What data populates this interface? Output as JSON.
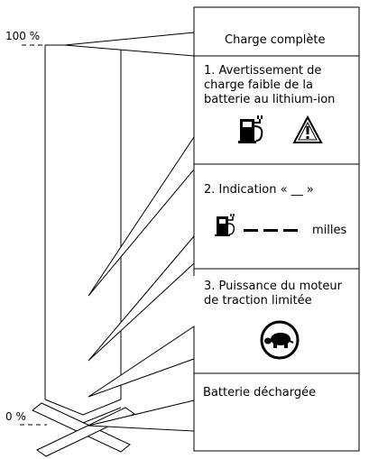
{
  "gauge": {
    "label_full": "100 %",
    "label_empty": "0 %"
  },
  "panel": {
    "full_charge": "Charge complète",
    "warning": {
      "line1": "1. Avertissement de",
      "line2": "charge faible de la",
      "line3": "batterie au lithium-ion",
      "icons": [
        "charging-station-icon",
        "warning-triangle-icon"
      ]
    },
    "indication": {
      "title": "2. Indication « __ »",
      "unit": "milles",
      "icons": [
        "charging-station-icon",
        "dashes-icon"
      ]
    },
    "limited_power": {
      "line1": "3. Puissance du moteur",
      "line2": "de traction limitée",
      "icons": [
        "turtle-icon"
      ]
    },
    "discharged": "Batterie déchargée"
  }
}
